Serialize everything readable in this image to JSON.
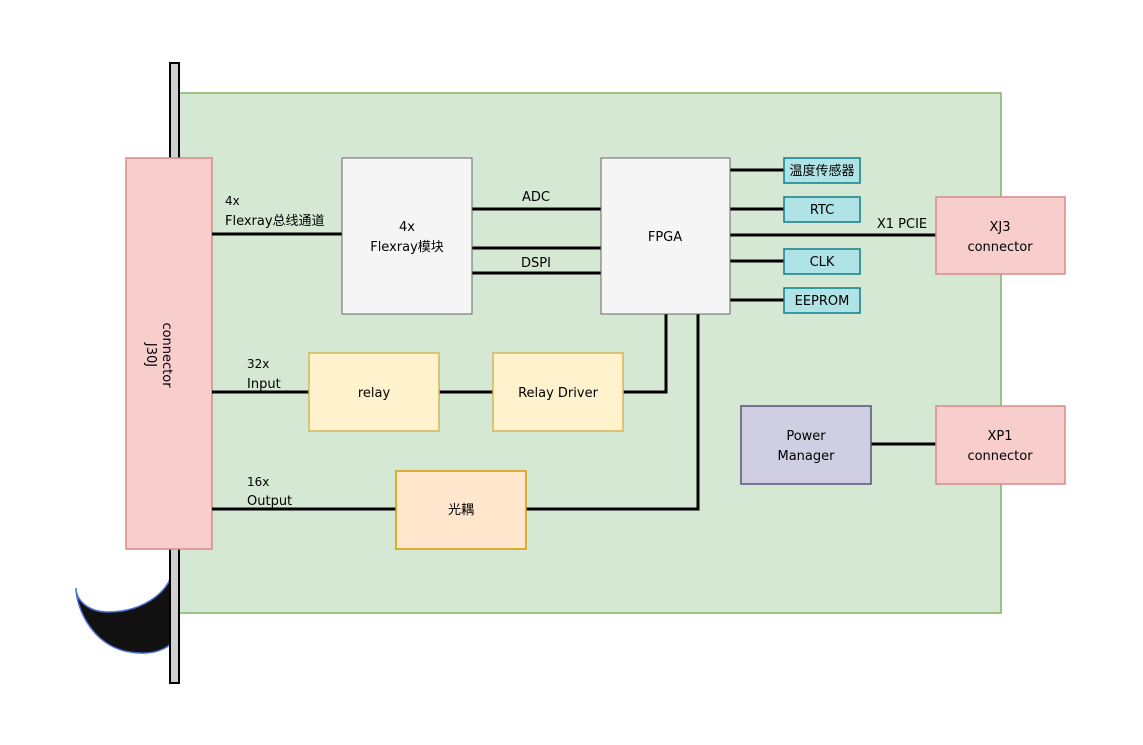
{
  "diagram": {
    "left_connector": {
      "line1": "J30J",
      "line2": "connector"
    },
    "fpga": {
      "label": "FPGA"
    },
    "flexray_module": {
      "line1": "4x",
      "line2": "Flexray模块"
    },
    "flexray_channel": {
      "line1": "4x",
      "line2": "Flexray总线通道"
    },
    "adc": "ADC",
    "dspi": "DSPI",
    "peripherals": {
      "temp_sensor": "温度传感器",
      "rtc": "RTC",
      "clk": "CLK",
      "eeprom": "EEPROM"
    },
    "pcie_label": "X1 PCIE",
    "xj3": {
      "line1": "XJ3",
      "line2": "connector"
    },
    "xp1": {
      "line1": "XP1",
      "line2": "connector"
    },
    "power_manager": {
      "line1": "Power",
      "line2": "Manager"
    },
    "input_label": {
      "line1": "32x",
      "line2": "Input"
    },
    "output_label": {
      "line1": "16x",
      "line2": "Output"
    },
    "relay": "relay",
    "relay_driver": "Relay Driver",
    "optocoupler": "光耦",
    "colors": {
      "board_fill": "#d5e8d4",
      "board_stroke": "#82b366",
      "connector_fill": "#f8cecc",
      "connector_stroke": "#d68a8a",
      "chip_fill": "#f5f5f5",
      "peripheral_fill": "#b0e3e6",
      "peripheral_stroke": "#0e8088",
      "relay_fill": "#fff2cc",
      "relay_stroke": "#d6b656",
      "opto_fill": "#ffe6cc",
      "opto_stroke": "#d79b00",
      "power_fill": "#d0cee2",
      "power_stroke": "#56517e"
    }
  }
}
